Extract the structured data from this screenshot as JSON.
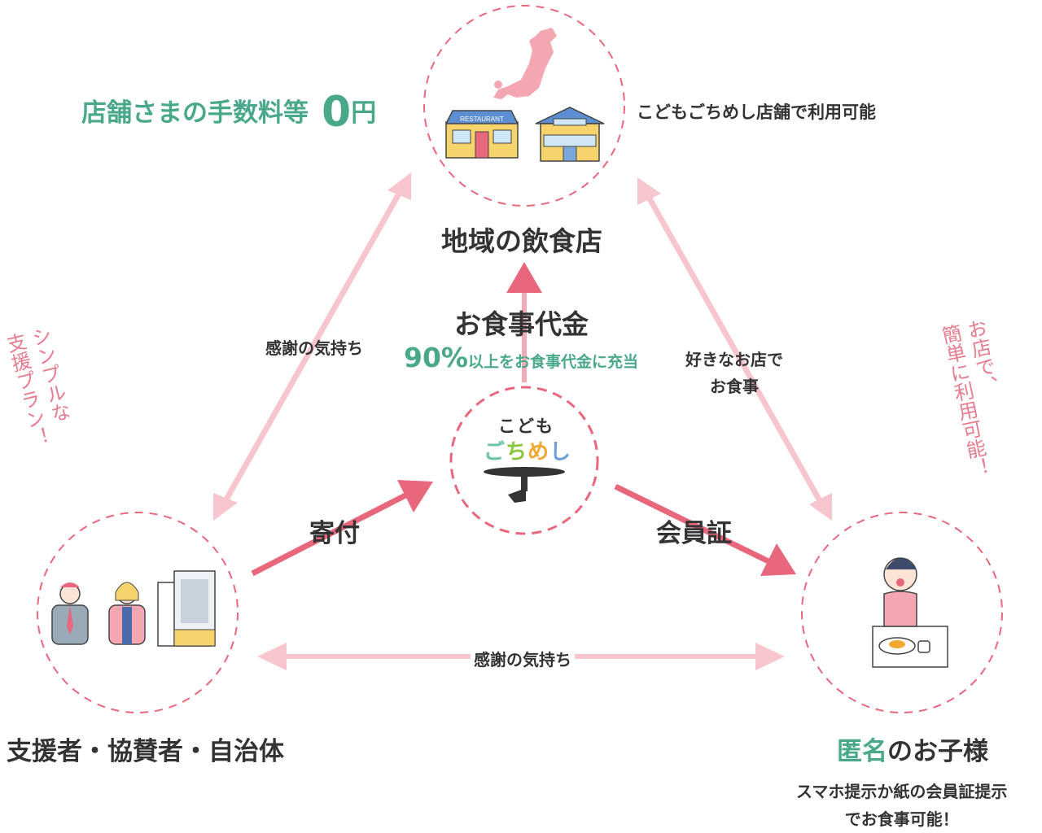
{
  "nodes": {
    "restaurant": {
      "title": "地域の飲食店",
      "fee_label": "店舗さまの手数料等",
      "fee_amount": "0",
      "fee_unit": "円",
      "note": "こどもごちめし店舗で利用可能",
      "sign": "RESTAURANT"
    },
    "supporters": {
      "title": "支援者・協賛者・自治体"
    },
    "child": {
      "title_accent": "匿名",
      "title_rest": "のお子様",
      "note_line1": "スマホ提示か紙の会員証提示",
      "note_line2": "でお食事可能！"
    },
    "center": {
      "logo_top": "こども",
      "logo_chars": [
        "ご",
        "ち",
        "め",
        "し"
      ],
      "logo_colors": [
        "#6cc3a8",
        "#8cc63f",
        "#f0a830",
        "#6f9fd8"
      ]
    }
  },
  "flows": {
    "meal_payment": "お食事代金",
    "meal_pct": "90%",
    "meal_pct_note": "以上をお食事代金に充当",
    "donation": "寄付",
    "membership": "会員証",
    "thanks_left": "感謝の気持ち",
    "thanks_bottom": "感謝の気持ち",
    "favorite_line1": "好きなお店で",
    "favorite_line2": "お食事"
  },
  "callouts": {
    "simple_plan": "シンプルな\n支援プラン！",
    "easy_use": "お店で、\n簡単に利用可能！"
  },
  "colors": {
    "pink": "#e8677c",
    "light_pink": "#f6c5cd",
    "teal": "#4aa88a",
    "text": "#333333"
  }
}
